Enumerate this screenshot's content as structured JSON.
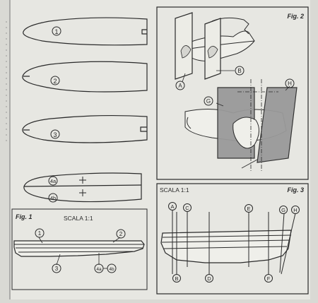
{
  "fig1": {
    "title": "Fig. 1",
    "scale": "SCALA 1:1",
    "templates": [
      "1",
      "2",
      "3"
    ],
    "split": [
      "4a",
      "4b"
    ],
    "stack_callouts": [
      "1",
      "2",
      "3",
      "4a",
      "4b"
    ]
  },
  "fig2": {
    "title": "Fig. 2",
    "callouts": [
      "A",
      "B",
      "G",
      "H"
    ]
  },
  "fig3": {
    "title": "Fig. 3",
    "scale": "SCALA 1:1",
    "top_callouts": [
      "A",
      "C",
      "E",
      "G",
      "H"
    ],
    "bottom_callouts": [
      "B",
      "D",
      "F"
    ]
  },
  "colors": {
    "paper": "#e7e7e2",
    "ink": "#2a2a2a",
    "plate": "#9a9a9a"
  }
}
